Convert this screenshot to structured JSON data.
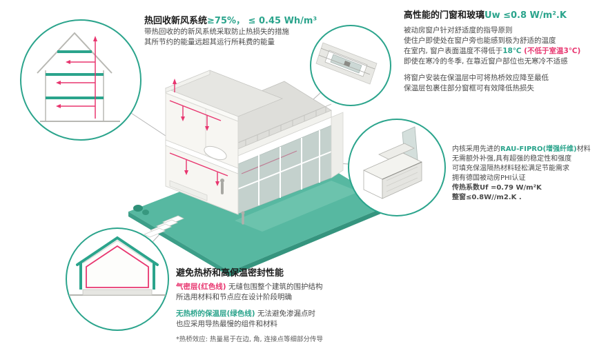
{
  "colors": {
    "accent": "#2ba48c",
    "red": "#e8356f",
    "ground_teal": "#57b8a1",
    "connector_gray": "#b3b3b3"
  },
  "callouts": {
    "ventilation": {
      "title": "热回收新风系统",
      "title_value": "≥75%， ≤ 0.45 Wh/m³",
      "line1": "带热回收的的新风系统采取防止热损失的措施",
      "line2": "其所节约的能量远超其运行所耗费的能量"
    },
    "windows": {
      "title": "高性能的门窗和玻璃",
      "title_value": "Uw ≤0.8 W/m².K",
      "line1": "被动房窗户针对舒适度的指导原则",
      "line2": "使住户即使处在窗户旁也能感到极为舒适的温度",
      "line3_pre": "在室内, 窗户表面温度不得低于",
      "line3_temp": "18℃ ",
      "line3_note": "(不低于室温3℃)",
      "line4": "即使在寒冷的冬季, 在靠近窗户部位也无寒冷不适感",
      "line5": "将窗户安装在保温层中可将热桥效应降至最低",
      "line6": "保温层包裹住部分窗框可有效降低热损失"
    },
    "profile": {
      "line1_pre": "内核采用先进的",
      "line1_brand": "RAU-FIPRO(增强纤维)",
      "line1_post": "材料",
      "line2": "无需额外补强,具有超强的稳定性和强度",
      "line3": "可填充保温隔热材料轻松满足节能需求",
      "line4": "拥有德国被动房PHI认证",
      "line5": "传热系数Uf =0.79 W/m²K",
      "line6": "整窗≤0.8W//m2.K ."
    },
    "thermal": {
      "title": "避免热桥和高保温密封性能",
      "p1_label": "气密层(红色线)",
      "p1_rest": " 无缝包围整个建筑的围护结构",
      "p1_line2": "所选用材料和节点应在设计阶段明确",
      "p2_label": "无热桥的保温层(绿色线)",
      "p2_rest": " 无法避免渗漏点时",
      "p2_line2": "也应采用导热最慢的组件和材料",
      "footnote": "*热桥效应: 热量易于在边, 角, 连接点等细部分传导"
    }
  }
}
